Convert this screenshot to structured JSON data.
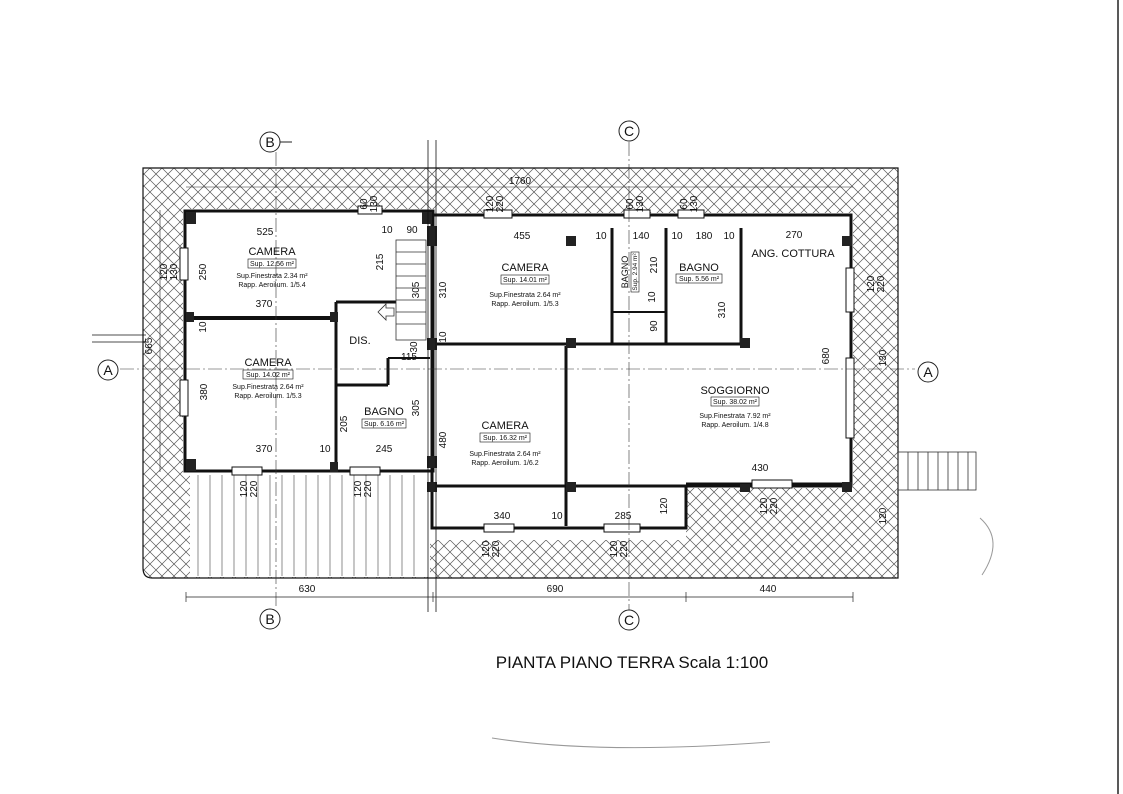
{
  "title": "PIANTA PIANO TERRA Scala 1:100",
  "axis_markers": {
    "a": "A",
    "b": "B",
    "c": "C"
  },
  "rooms": {
    "camera1": {
      "name": "CAMERA",
      "area": "Sup. 12.56 m²",
      "window": "Sup.Finestrata 2.34 m²",
      "ratio": "Rapp. Aeroilum. 1/5.4"
    },
    "camera2": {
      "name": "CAMERA",
      "area": "Sup. 14.02 m²",
      "window": "Sup.Finestrata 2.64 m²",
      "ratio": "Rapp. Aeroilum. 1/5.3"
    },
    "dis": {
      "name": "DIS."
    },
    "bagno1": {
      "name": "BAGNO",
      "area": "Sup. 6.16 m²"
    },
    "camera3": {
      "name": "CAMERA",
      "area": "Sup. 14.01 m²",
      "window": "Sup.Finestrata 2.64 m²",
      "ratio": "Rapp. Aeroilum. 1/5.3"
    },
    "bagno2": {
      "name": "BAGNO",
      "area": "Sup. 2.94 m²"
    },
    "bagno3": {
      "name": "BAGNO",
      "area": "Sup. 5.56 m²"
    },
    "cottura": {
      "name": "ANG. COTTURA"
    },
    "soggiorno": {
      "name": "SOGGIORNO",
      "area": "Sup. 38.02 m²",
      "window": "Sup.Finestrata 7.92 m²",
      "ratio": "Rapp. Aeroilum. 1/4.8"
    },
    "camera4": {
      "name": "CAMERA",
      "area": "Sup. 16.32 m²",
      "window": "Sup.Finestrata 2.64 m²",
      "ratio": "Rapp. Aeroilum. 1/6.2"
    }
  },
  "dimensions": {
    "d1760": "1760",
    "d525": "525",
    "d10a": "10",
    "d90a": "90",
    "d455": "455",
    "d10b": "10",
    "d140": "140",
    "d10c": "10",
    "d180": "180",
    "d10d": "10",
    "d270": "270",
    "d60a": "60",
    "d130a": "130",
    "d120a": "120",
    "d220a": "220",
    "d60b": "60",
    "d130b": "130",
    "d60c": "60",
    "d130c": "130",
    "d250": "250",
    "d215": "215",
    "d370a": "370",
    "d10e": "10",
    "d10f": "10",
    "d120b": "120",
    "d130d": "130",
    "d665": "665",
    "d305a": "305",
    "d310a": "310",
    "d210": "210",
    "d10g": "10",
    "d90b": "90",
    "d310b": "310",
    "d120c": "120",
    "d220b": "220",
    "d380": "380",
    "d115": "115",
    "d30": "30",
    "d205": "205",
    "d305b": "305",
    "d370b": "370",
    "d10h": "10",
    "d245": "245",
    "d480": "480",
    "d680": "680",
    "d130e": "130",
    "d430": "430",
    "d340": "340",
    "d10i": "10",
    "d285": "285",
    "d120d": "120",
    "d120e": "120",
    "d220c": "220",
    "d120f": "120",
    "d220d": "220",
    "d120g": "120",
    "d220e": "220",
    "d120h": "120",
    "d220f": "220",
    "d120i": "120",
    "d220g": "220",
    "d120j": "120",
    "d630": "630",
    "d690": "690",
    "d440": "440"
  }
}
